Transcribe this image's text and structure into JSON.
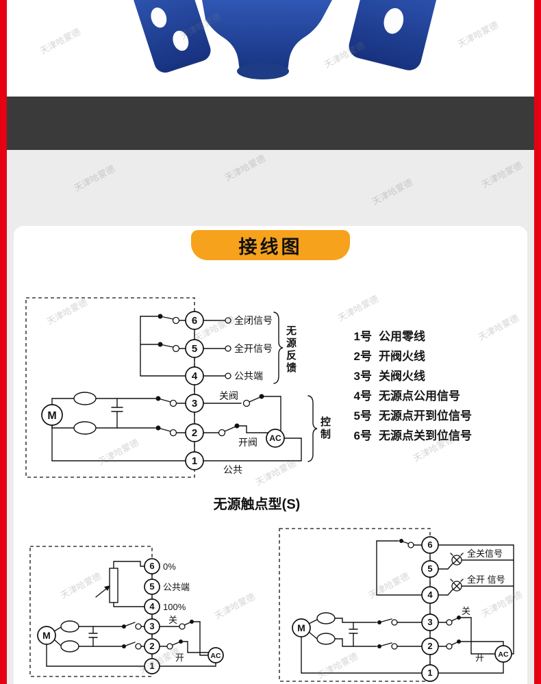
{
  "banner": {
    "title": "接线图"
  },
  "captions": {
    "main": "无源触点型(S)"
  },
  "watermark": {
    "text": "天津哈蒙德"
  },
  "colors": {
    "accent_red": "#e60013",
    "banner_orange": "#f7a21c",
    "band_dark": "#3a3a3a",
    "valve_blue": "#24479e"
  },
  "terminal_notes": [
    {
      "no": "1号",
      "desc": "公用零线"
    },
    {
      "no": "2号",
      "desc": "开阀火线"
    },
    {
      "no": "3号",
      "desc": "关阀火线"
    },
    {
      "no": "4号",
      "desc": "无源点公用信号"
    },
    {
      "no": "5号",
      "desc": "无源点开到位信号"
    },
    {
      "no": "6号",
      "desc": "无源点关到位信号"
    }
  ],
  "diagram_main": {
    "motor": "M",
    "terminals": [
      "6",
      "5",
      "4",
      "3",
      "2",
      "1"
    ],
    "labels": {
      "t6": "全闭信号",
      "t5": "全开信号",
      "t4": "公共端",
      "t3": "关阀",
      "t2": "开阀",
      "t1": "公共",
      "ac": "AC",
      "feedback_group": "无源反馈",
      "control_group": "控制"
    }
  },
  "diagram_pot": {
    "motor": "M",
    "terminals": [
      "6",
      "5",
      "4",
      "3",
      "2",
      "1"
    ],
    "labels": {
      "t6": "0%",
      "t5": "公共端",
      "t4": "100%",
      "t3": "关",
      "t2": "开",
      "ac": "AC"
    }
  },
  "diagram_lamp": {
    "motor": "M",
    "terminals": [
      "6",
      "5",
      "4",
      "3",
      "2",
      "1"
    ],
    "labels": {
      "close_signal": "全关信号",
      "open_signal": "全开 信号",
      "t3": "关",
      "t2": "开",
      "ac": "AC"
    }
  }
}
